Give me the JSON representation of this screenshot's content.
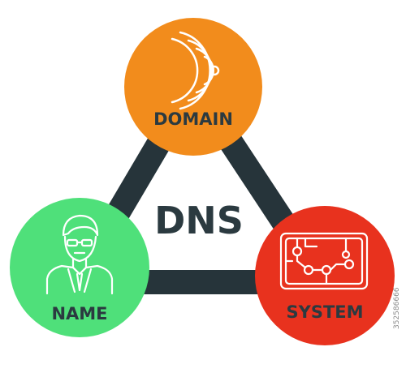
{
  "diagram": {
    "center_label": "DNS",
    "nodes": {
      "domain": {
        "label": "DOMAIN",
        "color": "#f28c1c",
        "icon": "wifi-signal-icon"
      },
      "name": {
        "label": "NAME",
        "color": "#4fe07a",
        "icon": "businessman-icon"
      },
      "system": {
        "label": "SYSTEM",
        "color": "#e8321e",
        "icon": "circuit-board-icon"
      }
    },
    "edge_color": "#26343a",
    "text_color": "#2b3a40"
  },
  "stock_id": "352586666"
}
